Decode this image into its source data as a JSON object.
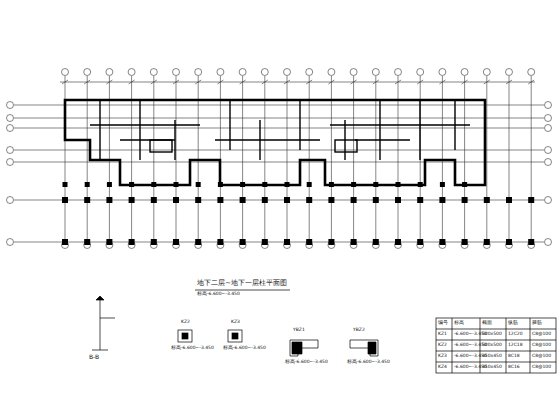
{
  "diagram": {
    "title": "地下二层~地下一层柱平面图",
    "labels": [
      "标高-6.600~-3.450",
      "B-B",
      "KZ2",
      "标高-6.600~-3.450",
      "KZ3",
      "标高-6.600~-3.450",
      "YBZ1",
      "标高-6.600~-3.450",
      "YBZ2",
      "标高-6.600~-3.450",
      "编号",
      "标高",
      "截面",
      "纵筋",
      "箍筋",
      "KZ1",
      "-6.600~-3.450",
      "500x500",
      "12C20",
      "C8@100",
      "KZ2",
      "-6.600~-3.450",
      "500x500",
      "12C18",
      "C8@100",
      "KZ3",
      "-6.600~-3.450",
      "450x450",
      "8C18",
      "C8@100",
      "KZ4",
      "-6.600~-3.450",
      "450x450",
      "8C16",
      "C8@100"
    ]
  }
}
